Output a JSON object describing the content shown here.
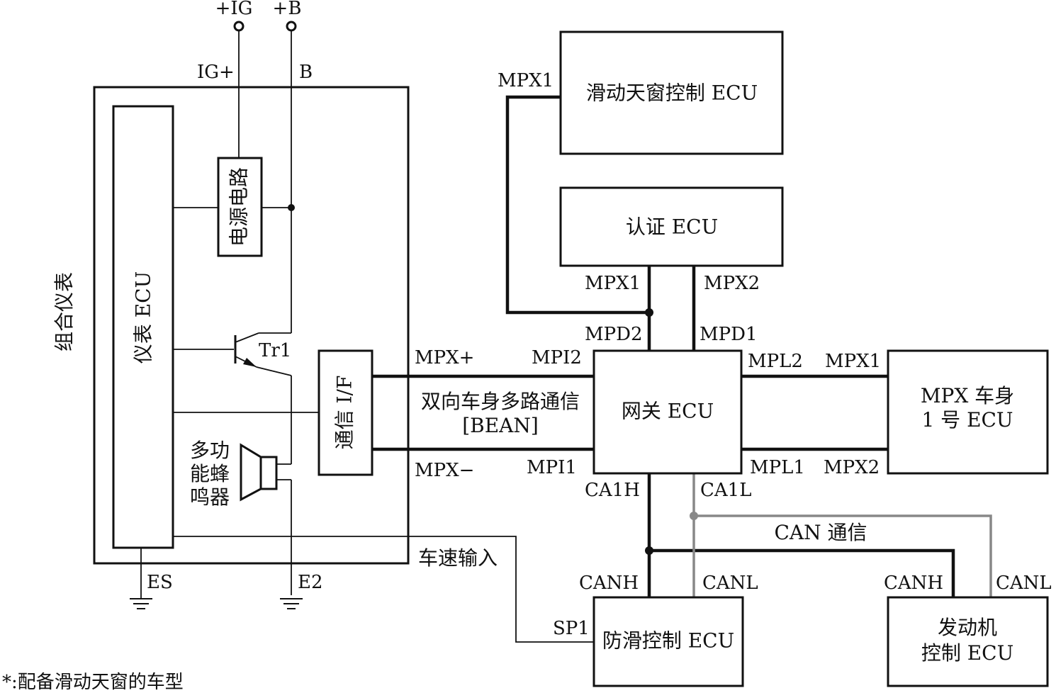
{
  "power": {
    "ig_terminal": "+IG",
    "b_terminal": "+B",
    "ig_pin": "IG+",
    "b_pin": "B"
  },
  "meter": {
    "title": "组合仪表",
    "ecu": "仪表 ECU",
    "power_circuit": "电源电路",
    "transistor": "Tr1",
    "comm_if": "通信 I/F",
    "buzzer": [
      "多功",
      "能蜂",
      "鸣器"
    ],
    "ground_es": "ES",
    "ground_e2": "E2"
  },
  "ecus": {
    "sunroof": "滑动天窗控制 ECU",
    "auth": "认证 ECU",
    "gateway": "网关 ECU",
    "body1": [
      "MPX 车身",
      "1 号 ECU"
    ],
    "abs": "防滑控制 ECU",
    "engine": [
      "发动机",
      "控制 ECU"
    ]
  },
  "pins": {
    "sunroof_mpx1": "MPX1",
    "auth_mpx1": "MPX1",
    "auth_mpx2": "MPX2",
    "gw_mpd2": "MPD2",
    "gw_mpd1": "MPD1",
    "meter_mpx_plus": "MPX+",
    "meter_mpx_minus": "MPX−",
    "gw_mpi2": "MPI2",
    "gw_mpi1": "MPI1",
    "gw_mpl2": "MPL2",
    "gw_mpl1": "MPL1",
    "body_mpx1": "MPX1",
    "body_mpx2": "MPX2",
    "gw_ca1h": "CA1H",
    "gw_ca1l": "CA1L",
    "abs_canh": "CANH",
    "abs_canl": "CANL",
    "eng_canh": "CANH",
    "eng_canl": "CANL",
    "abs_sp1": "SP1"
  },
  "labels": {
    "bean_line1": "双向车身多路通信",
    "bean_line2": "[BEAN]",
    "can": "CAN 通信",
    "speed_input": "车速输入",
    "footnote": "*:配备滑动天窗的车型"
  }
}
